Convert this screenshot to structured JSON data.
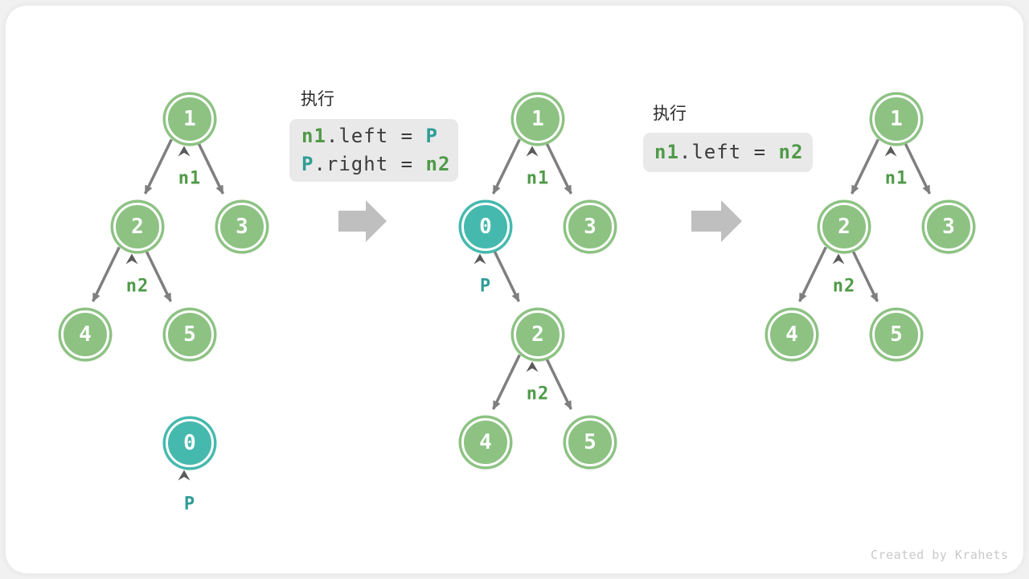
{
  "watermark": "Created by Krahets",
  "colors": {
    "page_background": "#f1f1f1",
    "card_background": "#ffffff",
    "node_green": "#8dc283",
    "node_teal": "#45b9ae",
    "edge_gray": "#7f7f7f",
    "caret_gray": "#5a5a5a",
    "label_green": "#4f9a48",
    "label_teal": "#2f9d96",
    "code_background": "#e9e9e9",
    "code_text": "#3c3c3c",
    "block_arrow": "#bfbfbf"
  },
  "icons": {
    "transition_arrow": "block-right-arrow",
    "pointer_caret": "up-caret"
  },
  "step1": {
    "title": "执行",
    "line1": {
      "t1": "n1",
      "t2": ".left = ",
      "t3": "P"
    },
    "line2": {
      "t1": "P",
      "t2": ".right = ",
      "t3": "n2"
    }
  },
  "step2": {
    "title": "执行",
    "line1": {
      "t1": "n1",
      "t2": ".left = ",
      "t3": "n2"
    }
  },
  "tree_initial": {
    "node1": "1",
    "node2": "2",
    "node3": "3",
    "node4": "4",
    "node5": "5",
    "label_n1": "n1",
    "label_n2": "n2",
    "detached_node": "0",
    "detached_label": "P"
  },
  "tree_inserted": {
    "node1": "1",
    "node0": "0",
    "node3": "3",
    "node2": "2",
    "node4": "4",
    "node5": "5",
    "label_n1": "n1",
    "label_p": "P",
    "label_n2": "n2"
  },
  "tree_restored": {
    "node1": "1",
    "node2": "2",
    "node3": "3",
    "node4": "4",
    "node5": "5",
    "label_n1": "n1",
    "label_n2": "n2"
  }
}
